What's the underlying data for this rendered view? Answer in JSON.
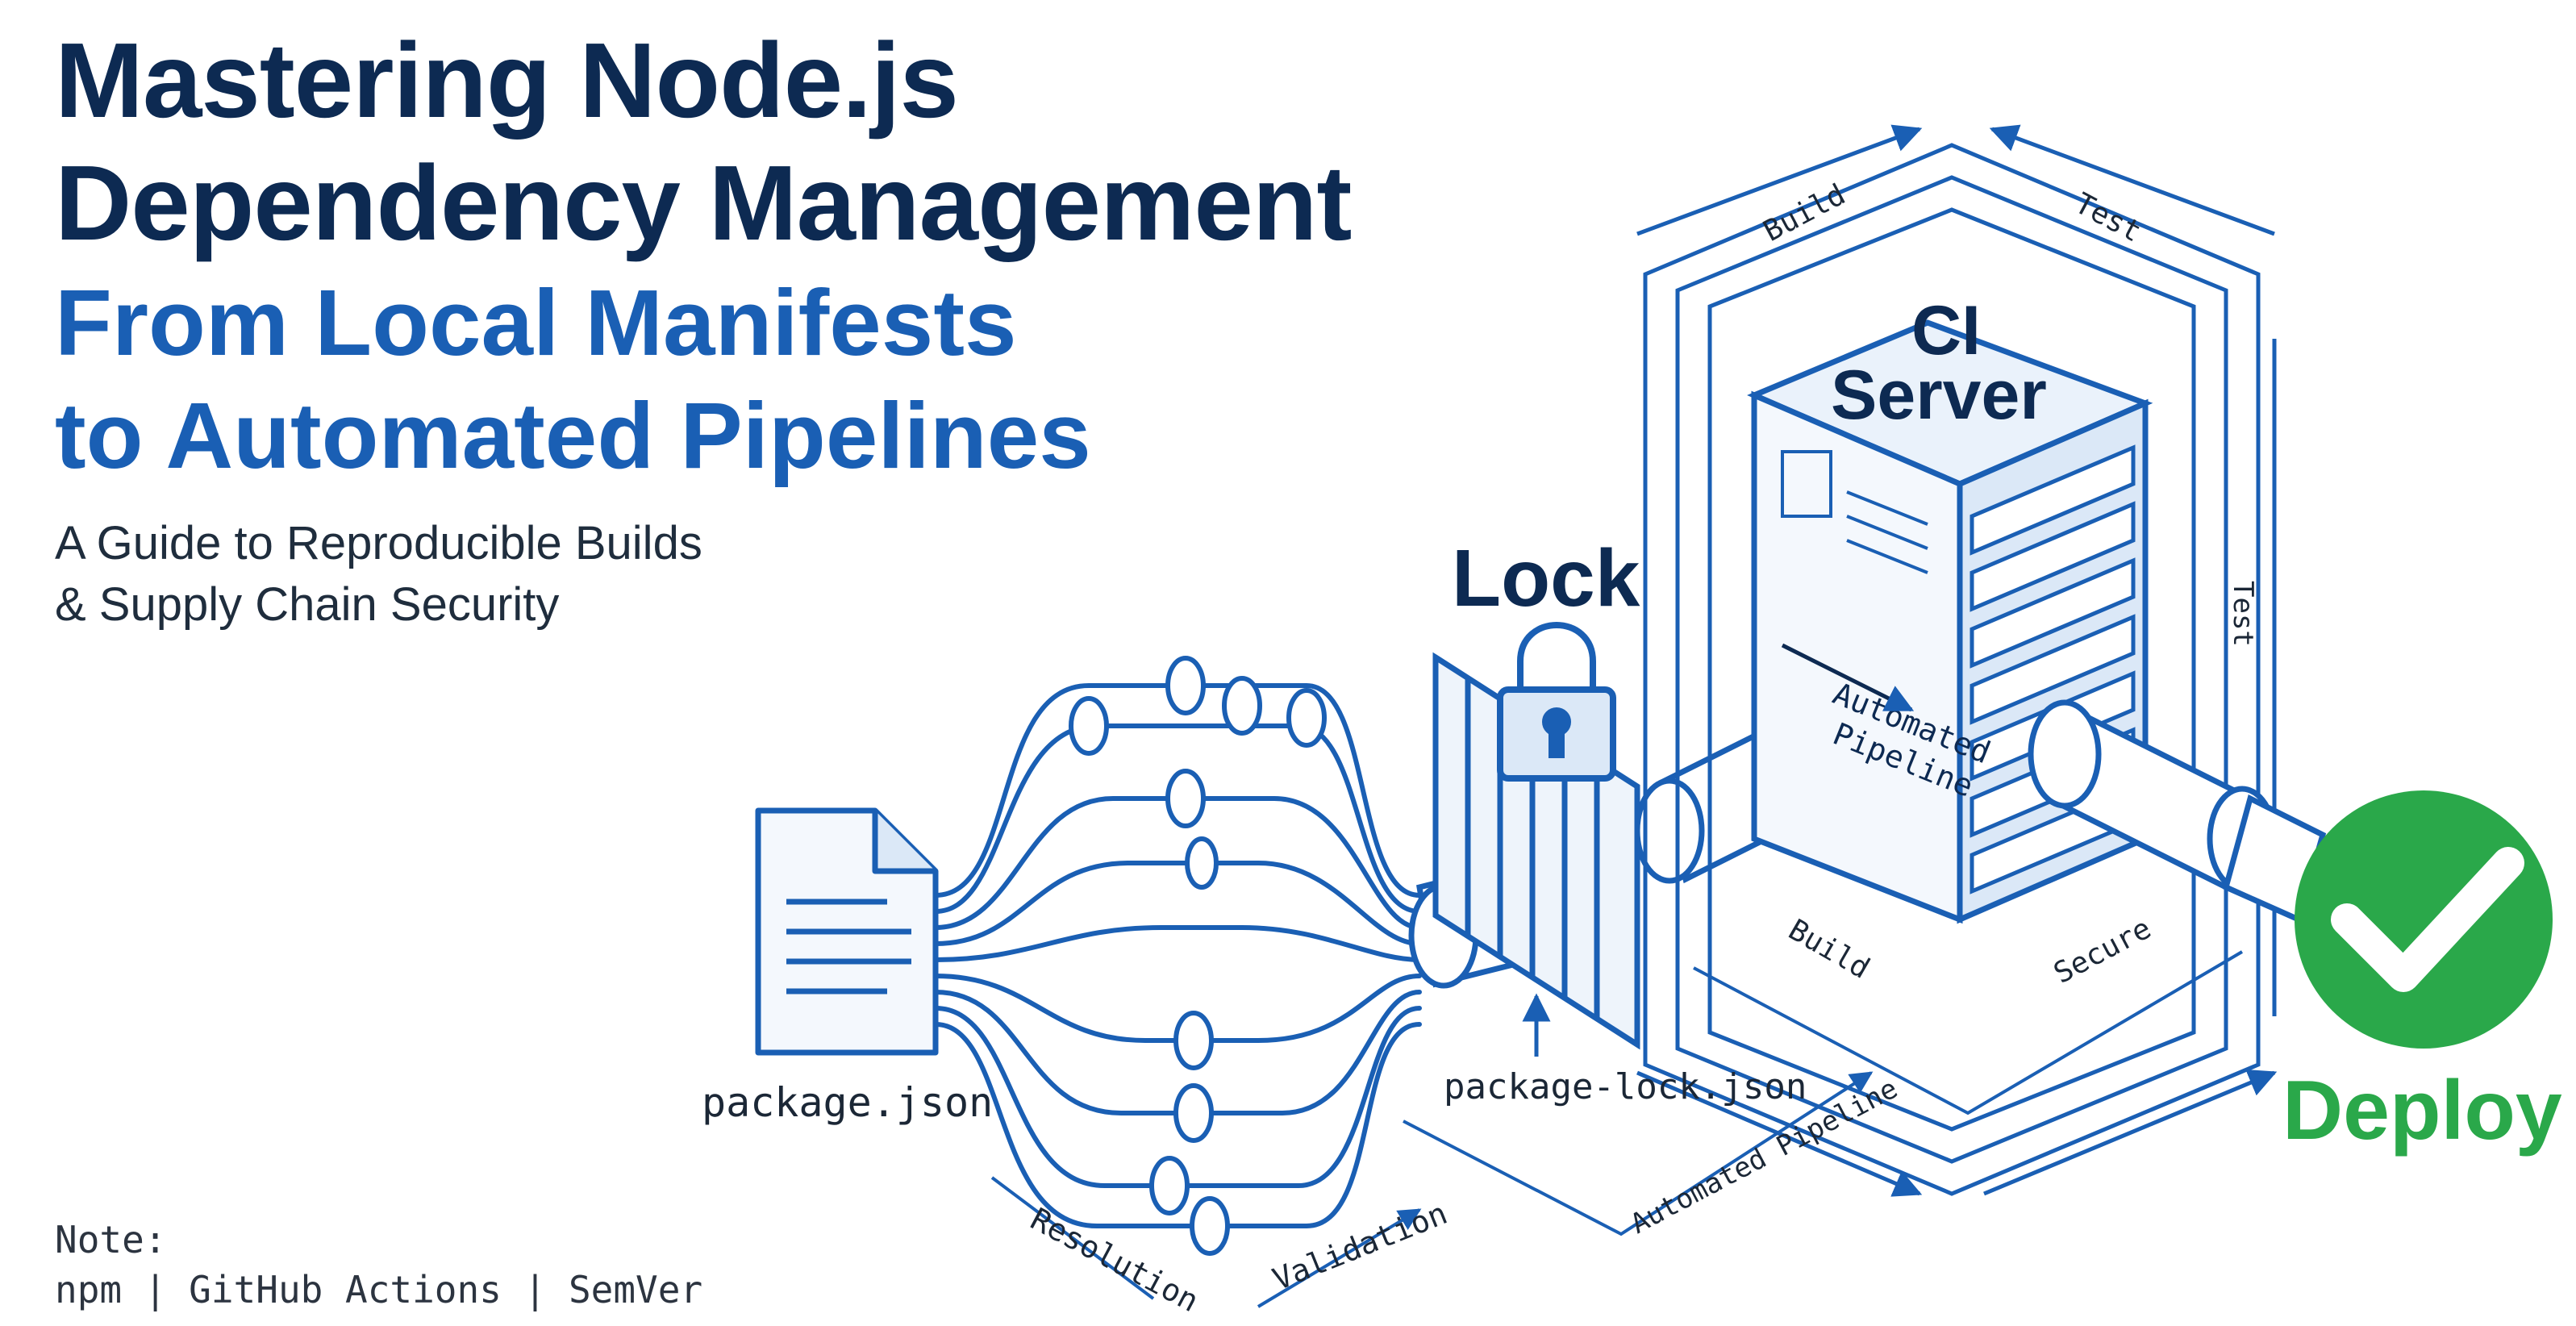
{
  "title": {
    "line1": "Mastering Node.js",
    "line2": "Dependency Management",
    "line3": "From Local Manifests",
    "line4": "to Automated Pipelines"
  },
  "subtitle": {
    "line1": "A Guide to Reproducible Builds",
    "line2": "& Supply Chain Security"
  },
  "diagram": {
    "manifest_label": "package.json",
    "lock_title": "Lock",
    "lockfile_label": "package-lock.json",
    "ci_title_line1": "CI",
    "ci_title_line2": "Server",
    "pipeline_label_line1": "Automated",
    "pipeline_label_line2": "Pipeline",
    "deploy_label": "Deploy",
    "flow_labels": {
      "resolution": "Resolution",
      "validation": "Validation",
      "automated_pipeline": "Automated Pipeline",
      "build_top": "Build",
      "test_top": "Test",
      "test_side": "Test",
      "build_bottom": "Build",
      "secure": "Secure"
    },
    "colors": {
      "line": "#1a5fb4",
      "dark": "#0d2a52",
      "deploy_green": "#2aa84a"
    }
  },
  "note": {
    "label": "Note:",
    "tools": "npm | GitHub Actions | SemVer"
  }
}
